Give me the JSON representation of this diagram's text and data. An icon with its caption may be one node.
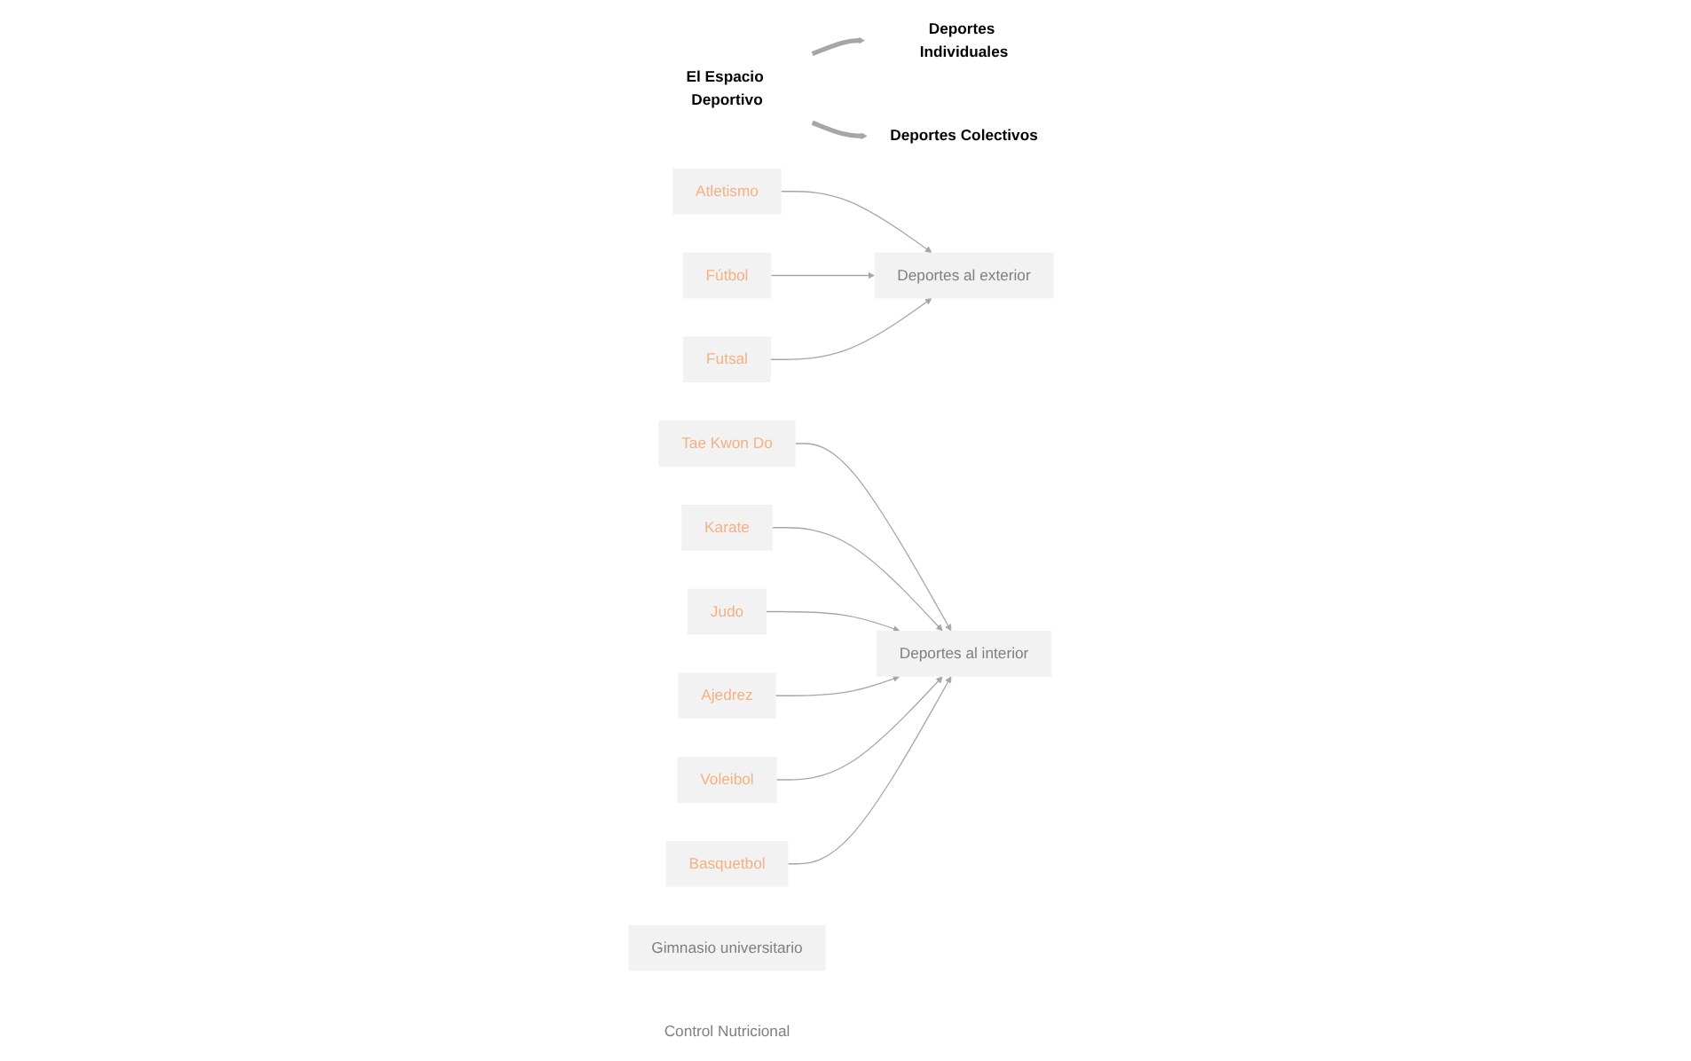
{
  "diagram": {
    "nodes": [
      {
        "text": [
          "El Espacio Deportivo"
        ]
      },
      {
        "text": [
          "Deportes Individuales"
        ]
      },
      {
        "text": [
          "Deportes Colectivos"
        ]
      },
      {
        "text": [
          "Atletismo"
        ]
      },
      {
        "text": [
          "Deportes al exterior"
        ]
      },
      {
        "text": [
          "Fútbol"
        ]
      },
      {
        "text": [
          "Futsal"
        ]
      },
      {
        "text": [
          "Tae Kwon Do"
        ]
      },
      {
        "text": [
          "Karate"
        ]
      },
      {
        "text": [
          "Judo"
        ]
      },
      {
        "text": [
          "Ajedrez"
        ]
      },
      {
        "text": [
          "Deportes al interior"
        ]
      },
      {
        "text": [
          "Voleibol"
        ]
      },
      {
        "text": [
          "Basquetbol"
        ]
      },
      {
        "text": [
          "Gimnasio universitario"
        ]
      },
      {
        "text": [
          "Control Nutricional"
        ]
      }
    ],
    "edges": [
      {
        "from": 0,
        "to": 1,
        "arrow": "to",
        "style": "thick"
      },
      {
        "from": 0,
        "to": 2,
        "arrow": "to",
        "style": "thick"
      },
      {
        "from": 3,
        "to": 4,
        "arrow": "to"
      },
      {
        "from": 5,
        "to": 4,
        "arrow": "to"
      },
      {
        "from": 6,
        "to": 4,
        "arrow": "to"
      },
      {
        "from": 7,
        "to": 11,
        "arrow": "to"
      },
      {
        "from": 8,
        "to": 11,
        "arrow": "to"
      },
      {
        "from": 9,
        "to": 11,
        "arrow": "to"
      },
      {
        "from": 10,
        "to": 11,
        "arrow": "to"
      },
      {
        "from": 12,
        "to": 11,
        "arrow": "to"
      },
      {
        "from": 13,
        "to": 11,
        "arrow": "to"
      }
    ]
  }
}
